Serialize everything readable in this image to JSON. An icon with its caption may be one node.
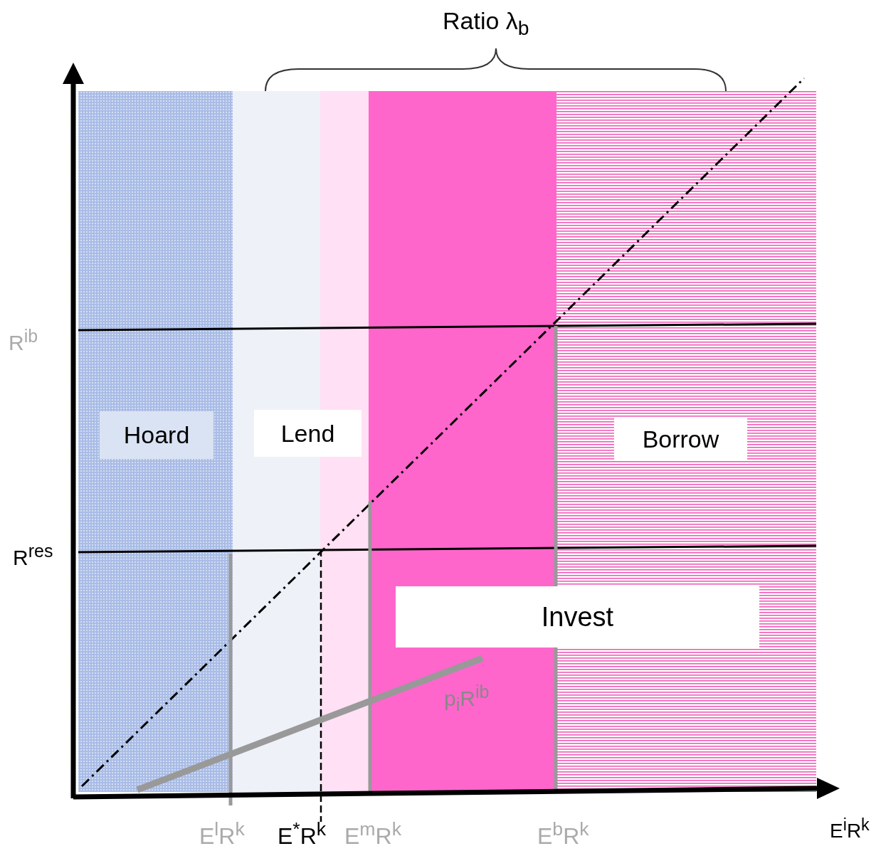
{
  "diagram": {
    "nodes": [
      {
        "text": [
          "Hoard"
        ]
      },
      {
        "text": [
          "Lend"
        ]
      },
      {
        "text": [
          "Borrow"
        ]
      },
      {
        "text": [
          "Invest"
        ]
      }
    ],
    "labels": [
      "Ratio λ$_{b}$",
      "R$^{ib}$",
      "R$^{res}$",
      "p$_{i}$R$^{ib}$",
      "E$^{l}$R$^{k}$",
      "E$^{*}$R$^{k}$",
      "E$^{m}$R$^{k}$",
      "E$^{b}$R$^{k}$",
      "E$^{i}$R$^{k}$"
    ]
  }
}
